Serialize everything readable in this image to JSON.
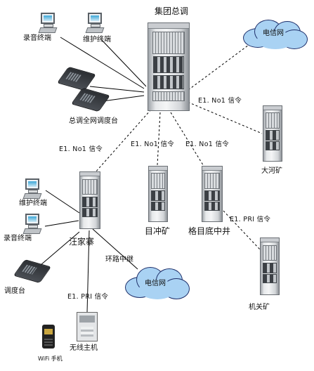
{
  "labels": {
    "hq": "集团总调",
    "recording_terminal": "录音终端",
    "maintenance_terminal": "维护终端",
    "dispatch_console_all": "总调全网调度台",
    "telecom_net_top": "电信网",
    "telecom_net_bottom": "电信网",
    "dahe": "大河矿",
    "muchong": "目冲矿",
    "gemudi": "格目底中井",
    "wangjiazhai": "汪家寨",
    "maint_terminal_2": "维护终端",
    "rec_terminal_2": "录音终端",
    "dispatch_console": "调度台",
    "loop_relay": "环路中继",
    "wireless_host": "无线主机",
    "wifi_phone": "WiFi 手机",
    "jiguan": "机关矿"
  },
  "signals": {
    "e1_no1_right": "E1. No1 信令",
    "e1_no1_left": "E1. No1 信令",
    "e1_no1_mid1": "E1. No1 信令",
    "e1_no1_mid2": "E1. No1 信令",
    "e1_pri_right": "E1. PRI 信令",
    "e1_pri_bottom": "E1. PRI 信令"
  },
  "colors": {
    "line": "#000000",
    "cloud_fill": "#a9d2f3",
    "cloud_border": "#1e2f6a"
  }
}
